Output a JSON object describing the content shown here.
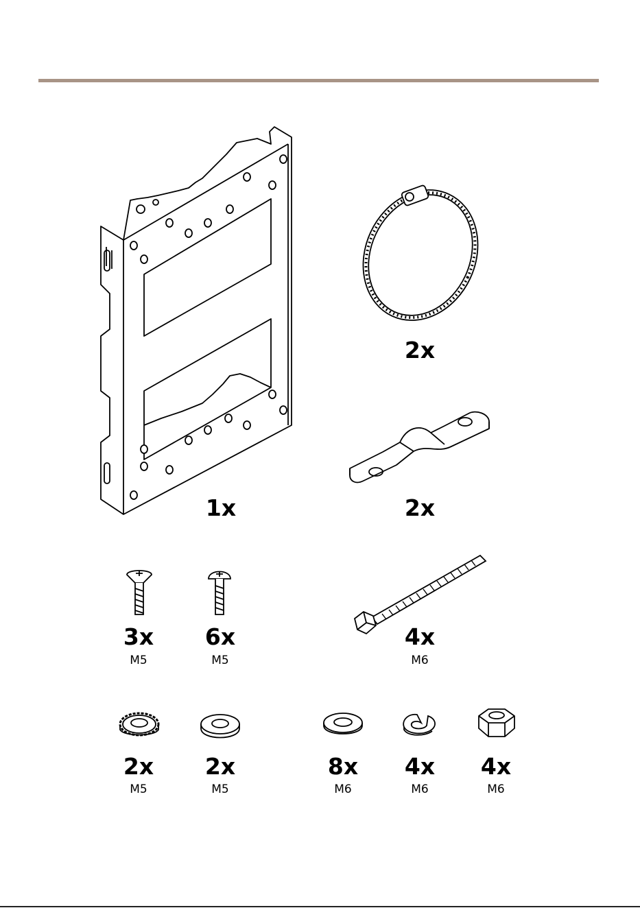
{
  "parts": [
    {
      "id": "mounting-bracket",
      "qty": "1x",
      "size": ""
    },
    {
      "id": "hose-clamp",
      "qty": "2x",
      "size": ""
    },
    {
      "id": "pole-strap",
      "qty": "2x",
      "size": ""
    },
    {
      "id": "countersunk-screw",
      "qty": "3x",
      "size": "M5"
    },
    {
      "id": "pan-head-screw",
      "qty": "6x",
      "size": "M5"
    },
    {
      "id": "hex-bolt",
      "qty": "4x",
      "size": "M6"
    },
    {
      "id": "serrated-lock-washer",
      "qty": "2x",
      "size": "M5"
    },
    {
      "id": "flat-washer-m5",
      "qty": "2x",
      "size": "M5"
    },
    {
      "id": "flat-washer-m6",
      "qty": "8x",
      "size": "M6"
    },
    {
      "id": "split-lock-washer",
      "qty": "4x",
      "size": "M6"
    },
    {
      "id": "hex-nut",
      "qty": "4x",
      "size": "M6"
    }
  ]
}
